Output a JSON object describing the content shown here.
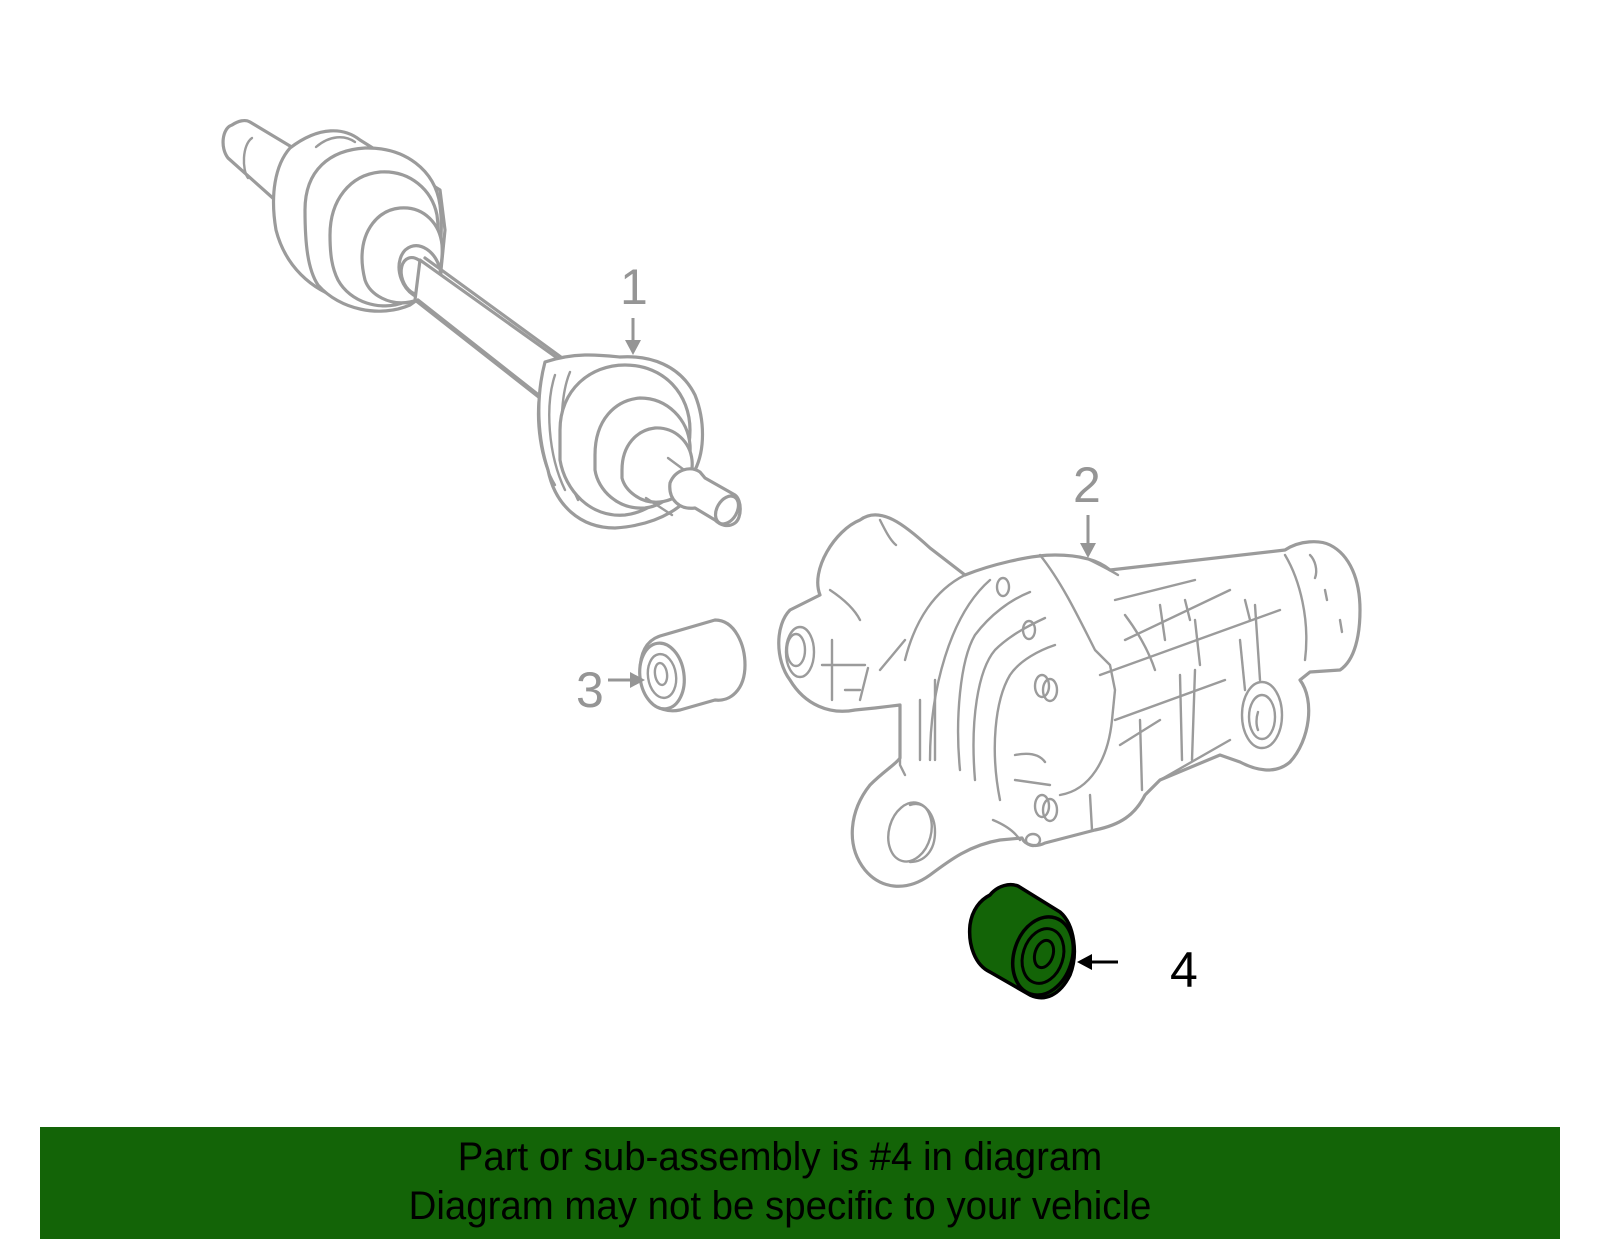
{
  "diagram": {
    "type": "exploded parts diagram",
    "subject": "rear axle shaft and differential with mounting bushings",
    "callouts": [
      {
        "id": 1,
        "label": "1",
        "part": "axle-shaft",
        "highlighted": false
      },
      {
        "id": 2,
        "label": "2",
        "part": "differential-housing",
        "highlighted": false
      },
      {
        "id": 3,
        "label": "3",
        "part": "front-bushing",
        "highlighted": false
      },
      {
        "id": 4,
        "label": "4",
        "part": "rear-bushing",
        "highlighted": true
      }
    ],
    "colors": {
      "line_art": "#9b9b9b",
      "highlight_fill": "#136407",
      "highlight_stroke": "#000000",
      "banner_background": "#136407",
      "banner_text": "#000000"
    }
  },
  "banner": {
    "line1": "Part or sub-assembly is #4 in diagram",
    "line2": "Diagram may not be specific to your vehicle"
  }
}
